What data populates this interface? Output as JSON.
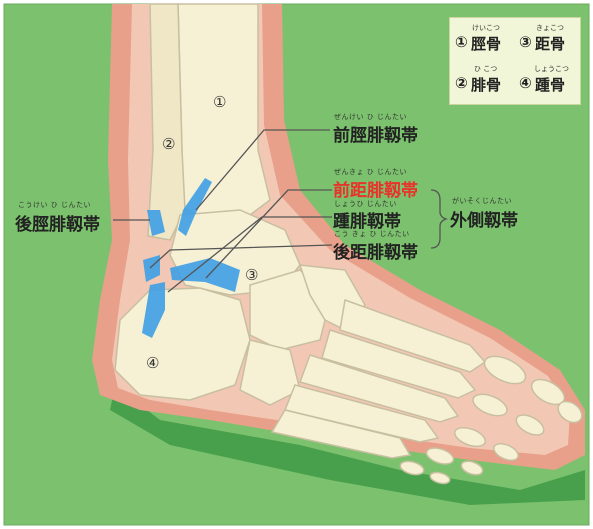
{
  "legend": {
    "tibia": {
      "num": "①",
      "name": "脛骨",
      "ruby": "けいこつ"
    },
    "fibula": {
      "num": "②",
      "name": "腓骨",
      "ruby": "ひ こつ"
    },
    "talus": {
      "num": "③",
      "name": "距骨",
      "ruby": "きょこつ"
    },
    "calcaneus": {
      "num": "④",
      "name": "踵骨",
      "ruby": "しょうこつ"
    }
  },
  "markers": {
    "m1": "①",
    "m2": "②",
    "m3": "③",
    "m4": "④"
  },
  "ligaments": {
    "anterior_tibiofibular": {
      "text": "前脛腓靱帯",
      "ruby": "ぜんけい ひ じんたい"
    },
    "posterior_tibiofibular": {
      "text": "後脛腓靱帯",
      "ruby": "こうけい ひ じんたい"
    },
    "anterior_talofibular": {
      "text": "前距腓靱帯",
      "ruby": "ぜんきょ ひ じんたい"
    },
    "calcaneofibular": {
      "text": "踵腓靱帯",
      "ruby": "しょうひ じんたい"
    },
    "posterior_talofibular": {
      "text": "後距腓靱帯",
      "ruby": "こう きょ ひ じんたい"
    },
    "lateral_group": {
      "text": "外側靱帯",
      "ruby": "がいそくじんたい"
    }
  },
  "colors": {
    "background": "#7cc26e",
    "skin": "#e8a08a",
    "bone": "#f6f0d4",
    "ligament": "#3fa0e6",
    "highlight": "#e8322a"
  }
}
